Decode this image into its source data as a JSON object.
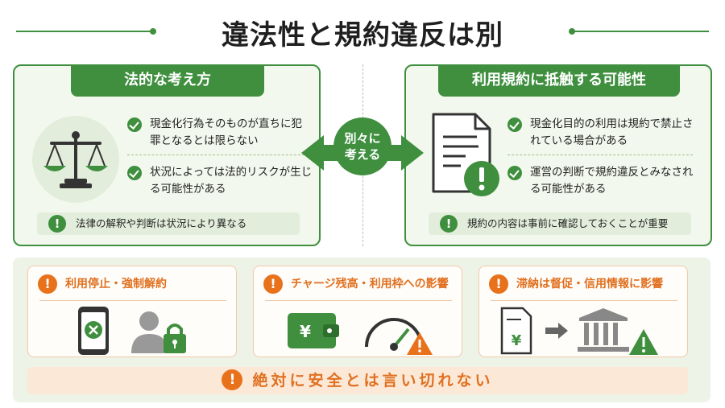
{
  "title": "違法性と規約違反は別",
  "left_panel": {
    "heading": "法的な考え方",
    "icon": "scales-icon",
    "items": [
      "現金化行為そのものが直ちに犯罪となるとは限らない",
      "状況によっては法的リスクが生じる可能性がある"
    ],
    "note": "法律の解釈や判断は状況により異なる"
  },
  "right_panel": {
    "heading": "利用規約に抵触する可能性",
    "icon": "document-warning-icon",
    "items": [
      "現金化目的の利用は規約で禁止されている場合がある",
      "運営の判断で規約違反とみなされる可能性がある"
    ],
    "note": "規約の内容は事前に確認しておくことが重要"
  },
  "center_label": [
    "別々に",
    "考える"
  ],
  "cards": [
    {
      "title": "利用停止・強制解約",
      "icons": [
        "phone-x-icon",
        "user-lock-icon"
      ]
    },
    {
      "title": "チャージ残高・利用枠への影響",
      "icons": [
        "wallet-yen-icon",
        "gauge-warning-icon"
      ]
    },
    {
      "title": "滞納は督促・信用情報に影響",
      "icons": [
        "bill-yen-icon",
        "arrow-right-icon",
        "bank-warning-icon"
      ]
    }
  ],
  "warning": "絶対に安全とは言い切れない",
  "colors": {
    "green": "#3f8f3f",
    "orange": "#e8711c",
    "light_green": "#f3f8ee",
    "light_orange": "#fbe8d6"
  }
}
